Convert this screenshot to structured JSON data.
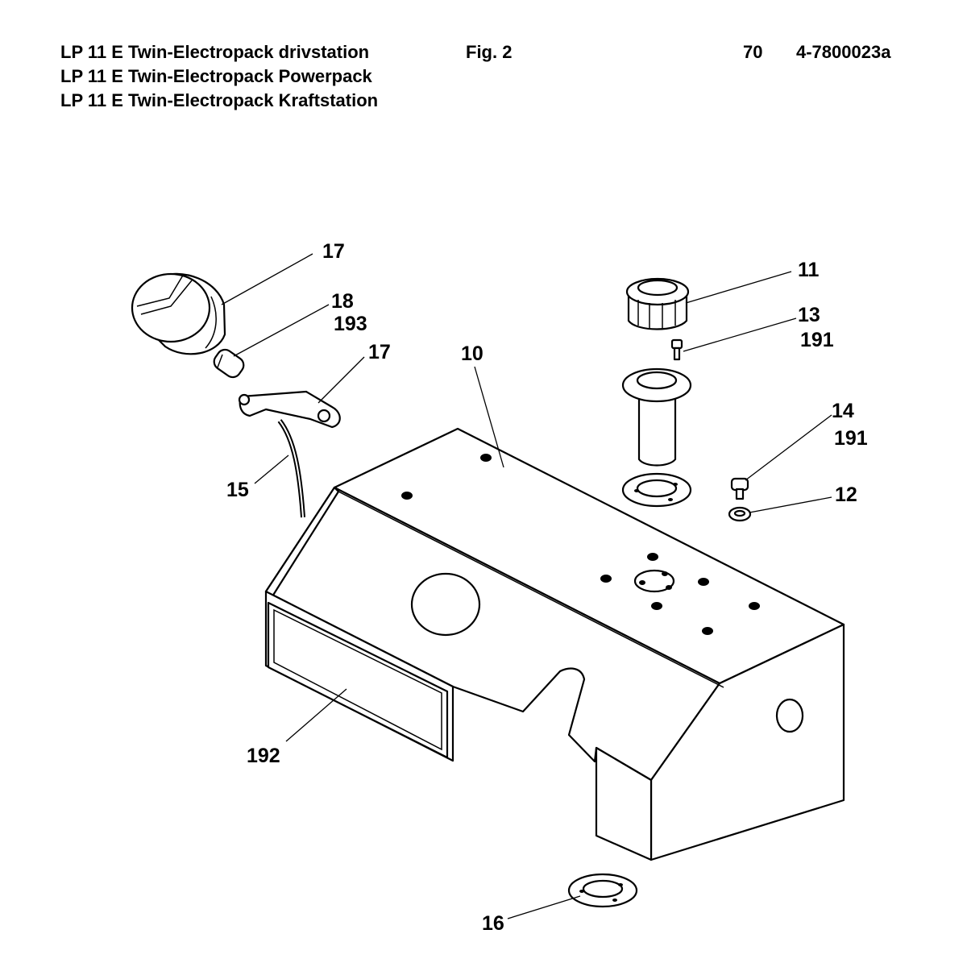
{
  "header": {
    "title_lines": [
      "LP 11 E Twin-Electropack drivstation",
      "LP 11 E Twin-Electropack Powerpack",
      "LP 11 E Twin-Electropack Kraftstation"
    ],
    "figure": "Fig. 2",
    "page": "70",
    "document_number": "4-7800023a"
  },
  "callouts": {
    "gauge": "17",
    "plug": "18",
    "plug_alt": "193",
    "bracket": "17",
    "tank": "10",
    "cap": "11",
    "screw": "13",
    "screw_alt": "191",
    "bolt": "14",
    "bolt_alt": "191",
    "washer": "12",
    "hose": "15",
    "label": "192",
    "gasket": "16"
  }
}
